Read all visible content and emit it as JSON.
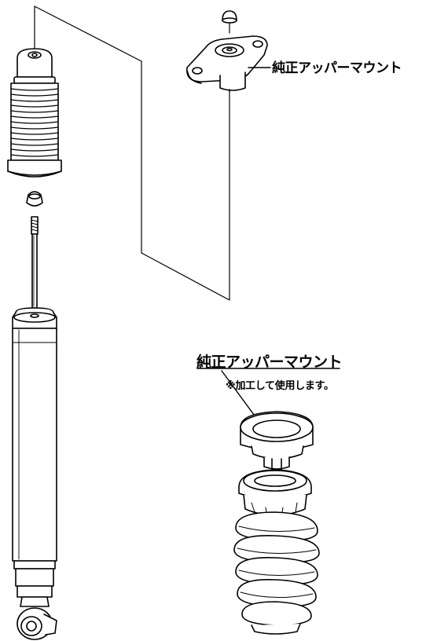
{
  "labels": {
    "upper_mount_top": "純正アッパーマウント",
    "upper_mount_lower": "純正アッパーマウント",
    "machining_note": "※加工して使用します。"
  },
  "colors": {
    "line": "#000000",
    "background": "#ffffff"
  }
}
